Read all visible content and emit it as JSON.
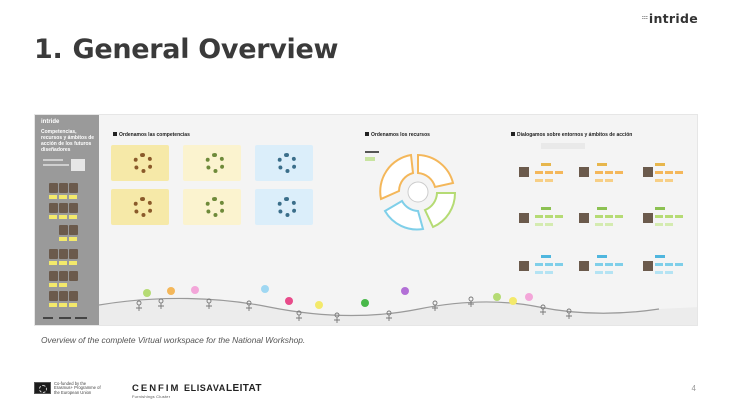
{
  "brand": {
    "dots": ":::",
    "name": "intride"
  },
  "slide": {
    "number": "1.",
    "title": "General Overview",
    "page": "4"
  },
  "caption": "Overview of the complete Virtual workspace for the National Workshop.",
  "board": {
    "panel": {
      "brand": "intride",
      "title": "Competencias, recursos y ámbitos de acción de los futuros diseñadores"
    },
    "sections": [
      {
        "label": "Ordenamos las competencias"
      },
      {
        "label": "Ordenamos los recursos"
      },
      {
        "label": "Dialogamos sobre entornos y ámbitos de acción"
      }
    ],
    "colors": {
      "yellow": "#f6e9a8",
      "cream": "#fbf3cf",
      "blue": "#dbeefa",
      "orange": "#f4b75a",
      "green": "#b5db74",
      "lightblue": "#7fcfe9"
    }
  },
  "footer": {
    "eu_text": "Co-funded by the Erasmus+ Programme of the European Union",
    "logos": [
      {
        "name": "CENFIM",
        "sub": "Furnishings Cluster"
      },
      {
        "name": "ELISAVA",
        "sub": ""
      },
      {
        "name": "LEITAT",
        "sub": ""
      }
    ]
  }
}
